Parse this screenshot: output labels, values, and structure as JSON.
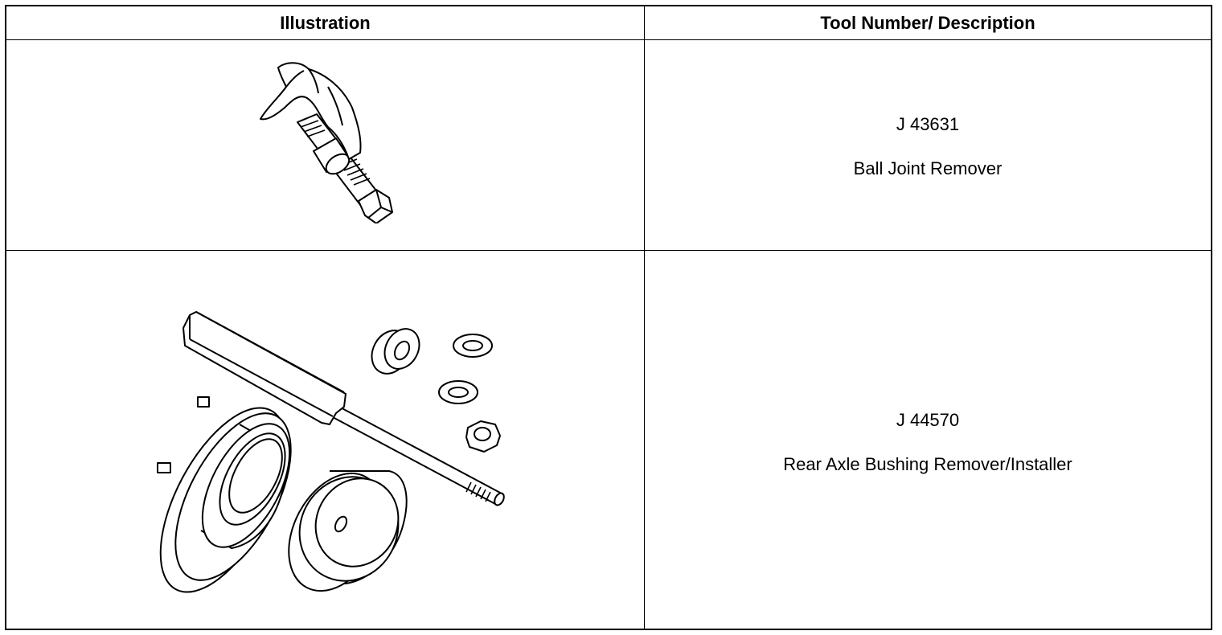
{
  "table": {
    "headers": {
      "illustration": "Illustration",
      "tool_description": "Tool Number/ Description"
    },
    "rows": [
      {
        "tool_number": "J 43631",
        "description": "Ball Joint Remover",
        "illustration_icon": "ball-joint-remover-icon"
      },
      {
        "tool_number": "J 44570",
        "description": "Rear Axle Bushing Remover/Installer",
        "illustration_icon": "rear-axle-bushing-tool-icon"
      }
    ]
  }
}
